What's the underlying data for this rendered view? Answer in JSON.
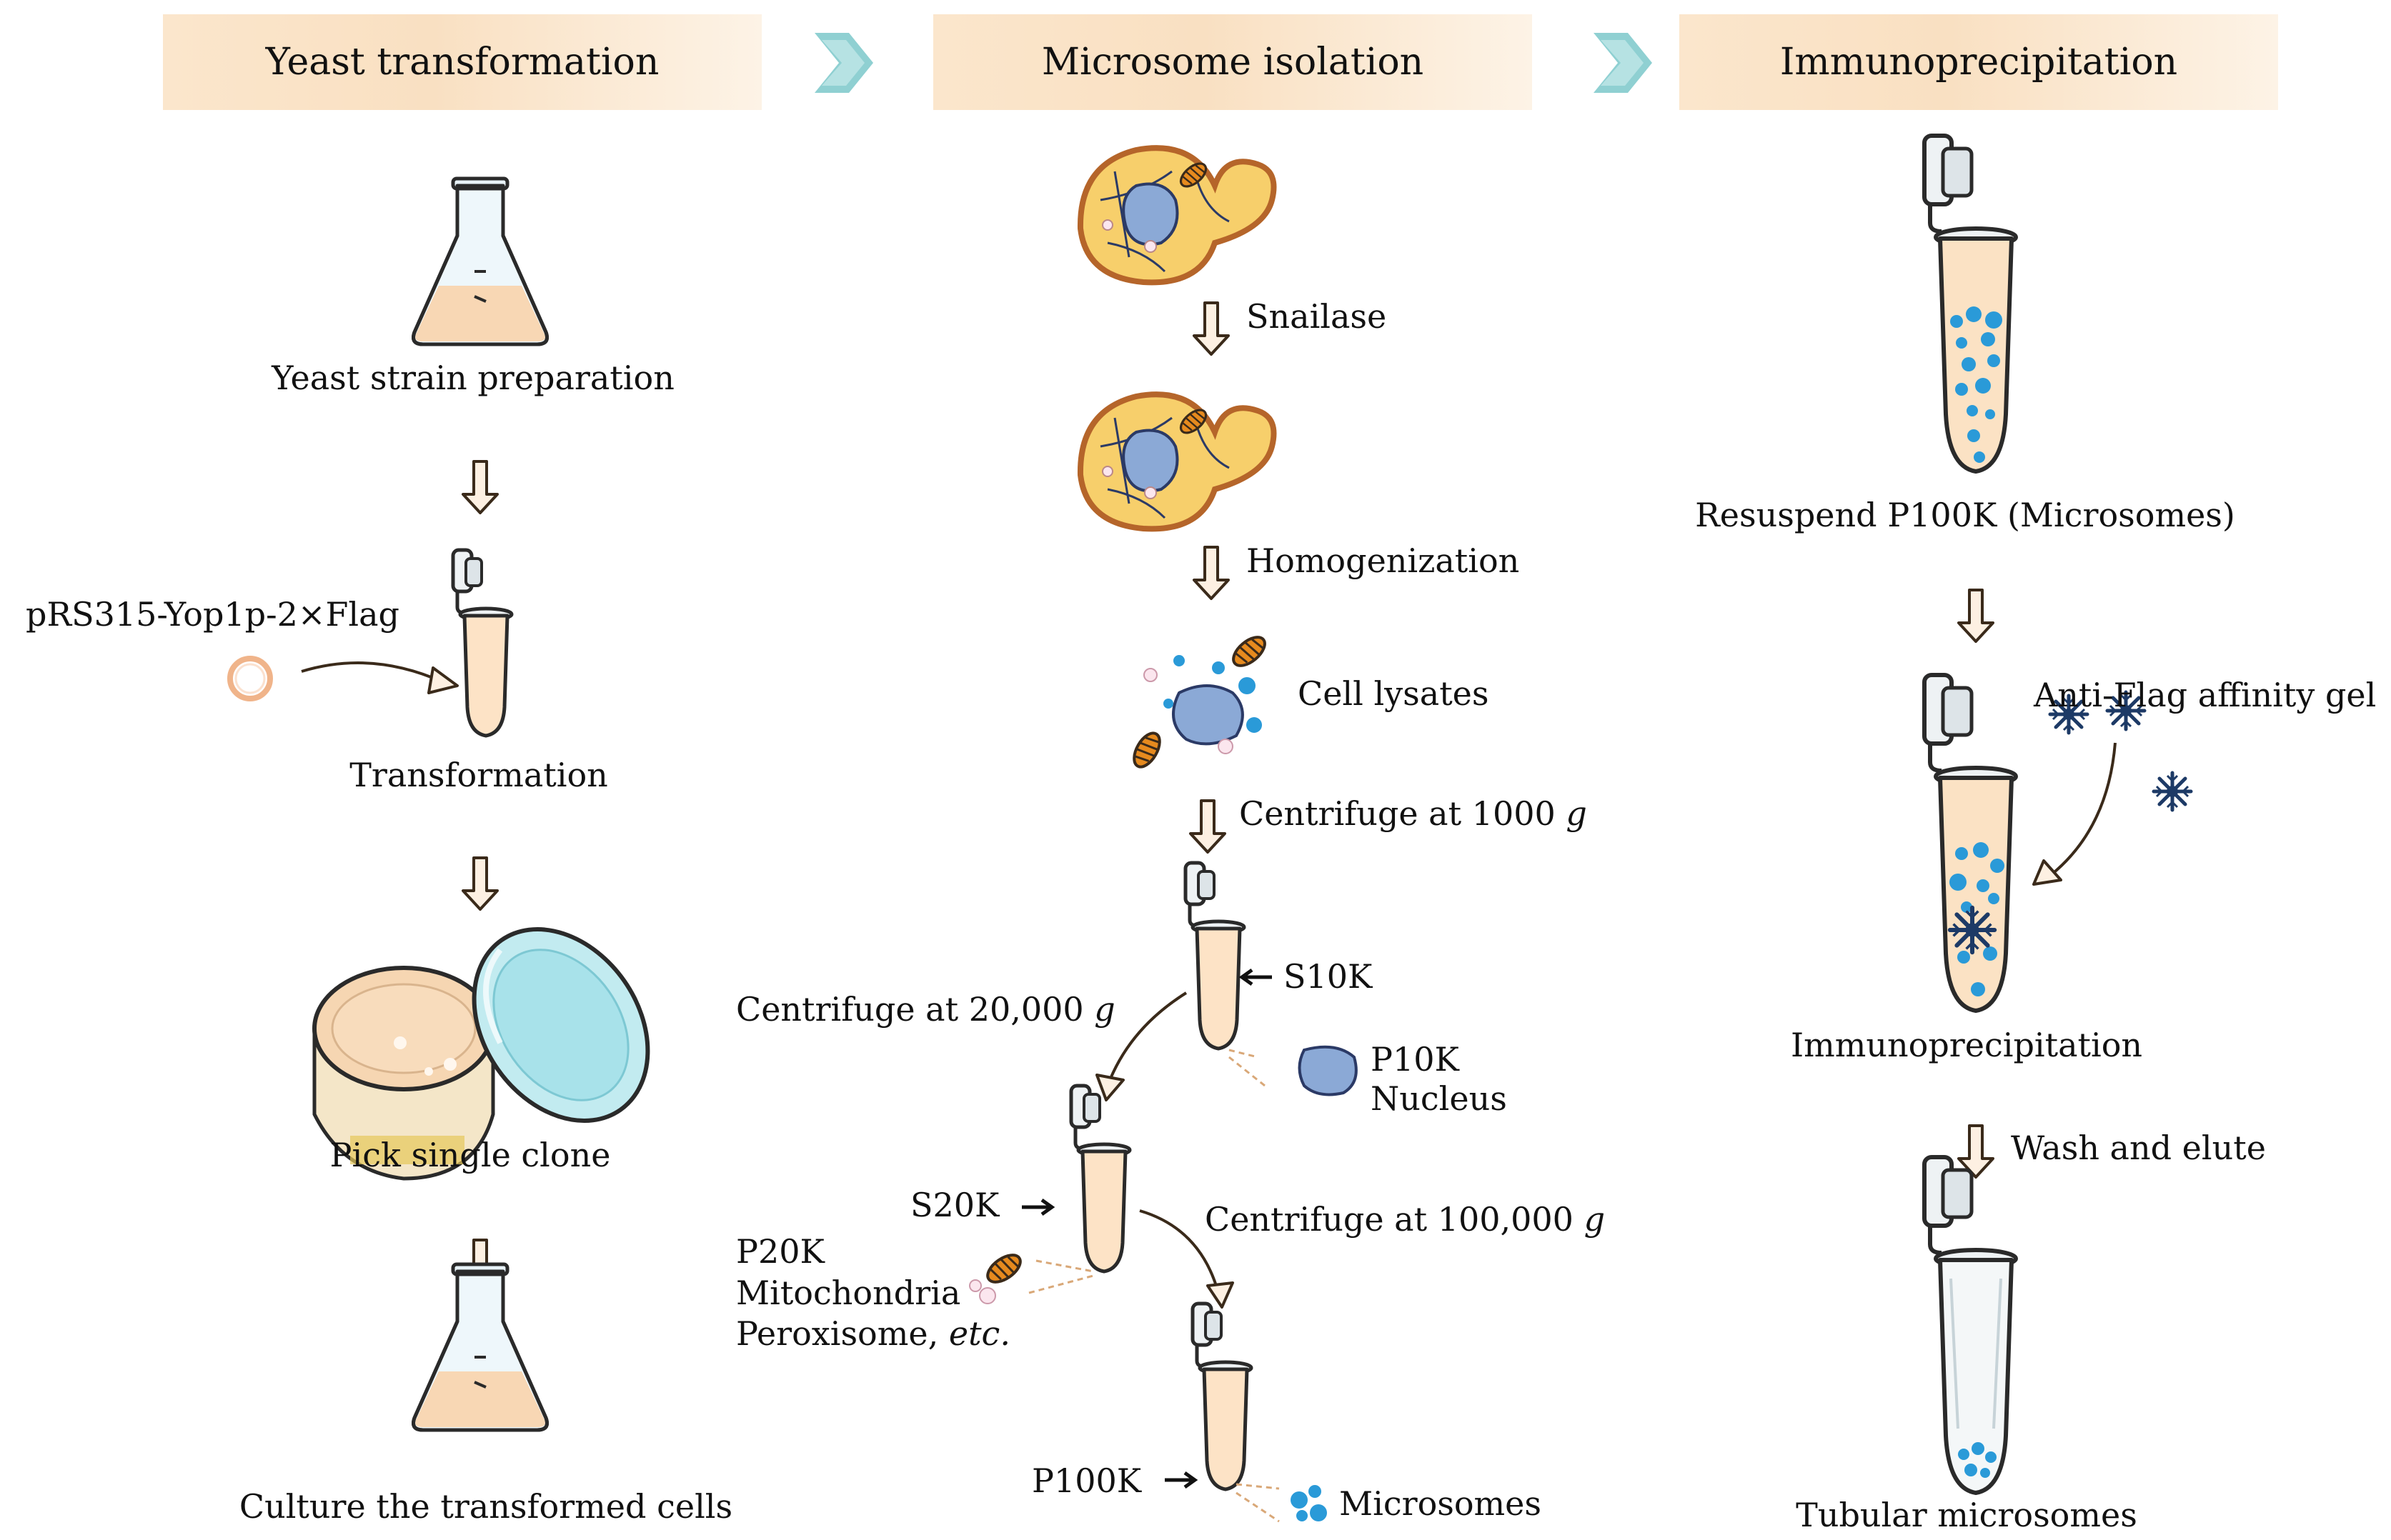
{
  "headers": {
    "col1": "Yeast transformation",
    "col2": "Microsome isolation",
    "col3": "Immunoprecipitation"
  },
  "col1": {
    "strain_prep": "Yeast strain preparation",
    "plasmid": "pRS315-Yop1p-2×Flag",
    "transformation": "Transformation",
    "pick_clone": "Pick single clone",
    "culture": "Culture the transformed cells"
  },
  "col2": {
    "snailase": "Snailase",
    "homogenization": "Homogenization",
    "cell_lysates": "Cell lysates",
    "centrifuge_1000": "Centrifuge at 1000",
    "s10k": "S10K",
    "centrifuge_20000": "Centrifuge at 20,000",
    "p10k": "P10K",
    "nucleus": "Nucleus",
    "s20k": "S20K",
    "centrifuge_100000": "Centrifuge at 100,000",
    "p20k": "P20K",
    "mitochondria": "Mitochondria",
    "peroxisome": "Peroxisome,",
    "etc": "etc.",
    "p100k": "P100K",
    "microsomes": "Microsomes",
    "g_unit": "g"
  },
  "col3": {
    "resuspend": "Resuspend P100K (Microsomes)",
    "anti_flag": "Anti-Flag affinity gel",
    "immunoprecipitation": "Immunoprecipitation",
    "wash_elute": "Wash and elute",
    "tubular": "Tubular microsomes"
  },
  "colors": {
    "header_fill": "#fbe6cc",
    "chevron": "#8fd0d2",
    "arrow_fill": "#fdf0e2",
    "arrow_stroke": "#3a2a1a",
    "medium": "#f8ddc0",
    "microsome_blue": "#2a9ad8",
    "cell_yellow": "#f7cf6b",
    "nucleus_blue": "#8ba9d6",
    "mito_orange": "#e68a1e"
  }
}
